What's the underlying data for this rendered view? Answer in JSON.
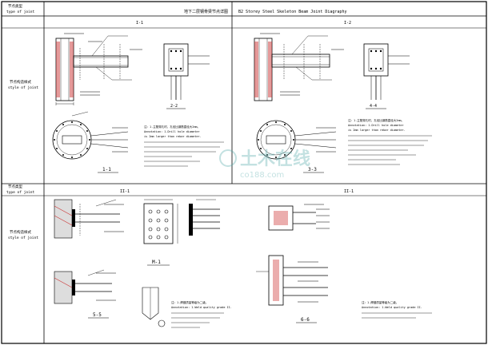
{
  "header": {
    "title_cn": "地下二层钢骨梁节点详图",
    "title_en": "B2 Storey Steel Skeleton Beam Joint Diagraphy"
  },
  "row_labels": {
    "type_cn": "节点类型",
    "type_en": "type of joint",
    "style_cn": "节点构造样式",
    "style_en": "style of joint",
    "b_type_cn": "节点类型",
    "b_type_en": "type of joint",
    "b_style_cn": "节点构造样式",
    "b_style_en": "style of joint"
  },
  "panels": {
    "p1": {
      "title": "I-1",
      "section_1": "1-1",
      "section_2": "2-2"
    },
    "p2": {
      "title": "I-2",
      "section_1": "4-4",
      "section_2": "3-3"
    },
    "p3": {
      "title": "II-1",
      "section_1": "5-5",
      "section_2": "M-1"
    },
    "p4": {
      "title": "II-1",
      "section_1": "6-6"
    }
  },
  "notes": {
    "n1_line1": "注：1.主筋穿孔时，孔径比钢筋直径大2mm。",
    "n1_line2": "Annotation: 1.Drill hole diameter",
    "n1_line3": "is 2mm larger than rebar diameter.",
    "n2_line1": "注：1.主筋穿孔时，孔径比钢筋直径大2mm。",
    "n2_line2": "Annotation: 1.Drill hole diameter",
    "n2_line3": "is 2mm larger than rebar diameter.",
    "n3_line1": "注：1.焊缝质量等级为二级。",
    "n3_line2": "Annotation: 1.Weld quality grade II.",
    "n4_line1": "注：1.焊缝质量等级为二级。",
    "n4_line2": "Annotation: 1.Weld quality grade II."
  },
  "watermark": {
    "cn": "土木在线",
    "en": "co188.com"
  }
}
